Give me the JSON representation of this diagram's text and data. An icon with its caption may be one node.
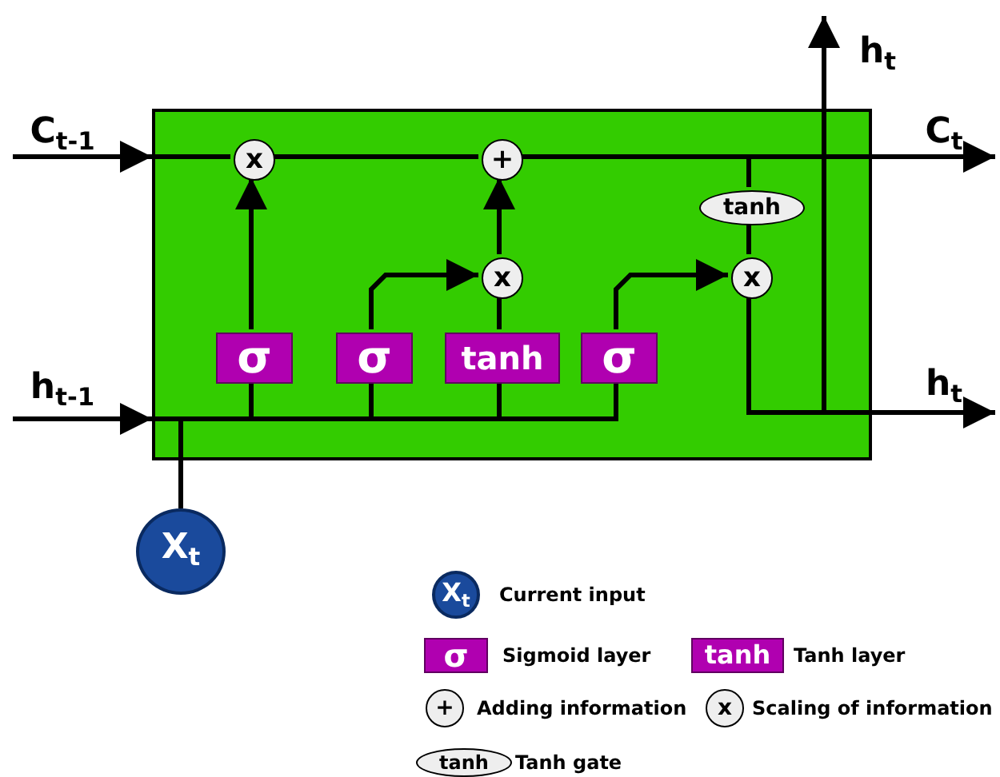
{
  "diagram": {
    "nodes": [
      {
        "text": [],
        "shape": "box"
      },
      {
        "text": [
          "C$_{t-1}$"
        ]
      },
      {
        "text": [
          "h$_{t-1}$"
        ]
      },
      {
        "text": [
          "X$_{t}$"
        ]
      },
      {
        "text": [
          "x"
        ],
        "in": 0
      },
      {
        "text": [
          "+"
        ],
        "in": 0
      },
      {
        "text": [
          "x"
        ],
        "in": 0
      },
      {
        "text": [
          "tanh"
        ],
        "in": 0
      },
      {
        "text": [
          "x"
        ],
        "in": 0
      },
      {
        "text": [
          "σ"
        ],
        "in": 0
      },
      {
        "text": [
          "σ"
        ],
        "in": 0
      },
      {
        "text": [
          "tanh"
        ],
        "in": 0
      },
      {
        "text": [
          "σ"
        ],
        "in": 0
      },
      {
        "text": [
          "C$_{t}$"
        ]
      },
      {
        "text": [
          "h$_{t}$"
        ]
      },
      {
        "text": [
          "h$_{t}$"
        ]
      },
      {
        "text": [
          "X$_{t}$"
        ]
      },
      {
        "text": [
          "σ"
        ]
      },
      {
        "text": [
          "tanh"
        ]
      },
      {
        "text": [
          "+"
        ]
      },
      {
        "text": [
          "x"
        ]
      },
      {
        "text": [
          "tanh"
        ]
      }
    ],
    "edges": [
      {
        "from": 1,
        "to": 0,
        "arrow": "to"
      },
      {
        "from": 0,
        "to": 4,
        "arrow": "none"
      },
      {
        "from": 4,
        "to": 5,
        "arrow": "none"
      },
      {
        "from": 5,
        "to": 13,
        "arrow": "to"
      },
      {
        "from": 5,
        "to": 7,
        "arrow": "none"
      },
      {
        "from": 7,
        "to": 8,
        "arrow": "none"
      },
      {
        "from": 8,
        "to": 15,
        "arrow": "to"
      },
      {
        "from": 8,
        "to": 14,
        "arrow": "to"
      },
      {
        "from": 9,
        "to": 4,
        "arrow": "to"
      },
      {
        "from": 10,
        "to": 6,
        "arrow": "to"
      },
      {
        "from": 11,
        "to": 6,
        "arrow": "none"
      },
      {
        "from": 6,
        "to": 5,
        "arrow": "to"
      },
      {
        "from": 12,
        "to": 8,
        "arrow": "to"
      },
      {
        "from": 2,
        "to": 0,
        "arrow": "to"
      },
      {
        "from": 0,
        "to": 9,
        "arrow": "none"
      },
      {
        "from": 0,
        "to": 10,
        "arrow": "none"
      },
      {
        "from": 0,
        "to": 11,
        "arrow": "none"
      },
      {
        "from": 0,
        "to": 12,
        "arrow": "none"
      },
      {
        "from": 3,
        "to": 0,
        "arrow": "none"
      }
    ],
    "legend": [
      {
        "text": "Current input"
      },
      {
        "text": "Sigmoid layer"
      },
      {
        "text": "Tanh layer"
      },
      {
        "text": "Adding information"
      },
      {
        "text": "Scaling of information"
      },
      {
        "text": "Tanh gate"
      }
    ]
  }
}
